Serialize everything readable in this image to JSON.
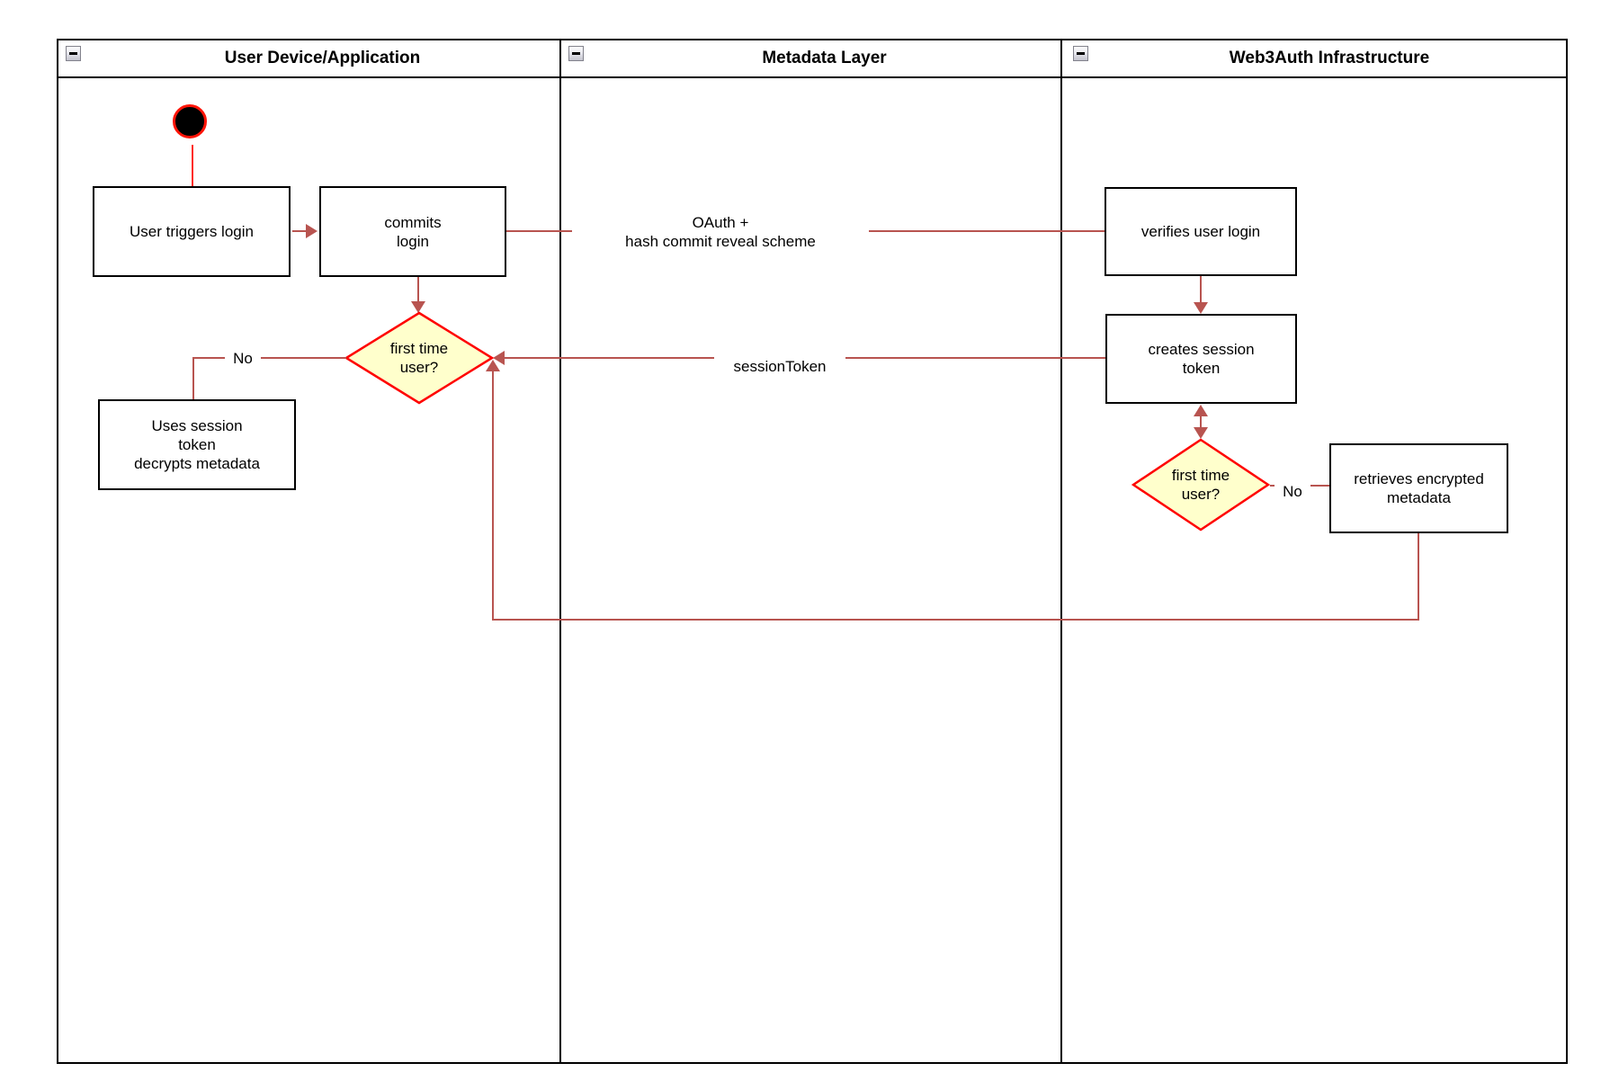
{
  "lanes": [
    {
      "title": "User Device/Application"
    },
    {
      "title": "Metadata Layer"
    },
    {
      "title": "Web3Auth Infrastructure"
    }
  ],
  "nodes": {
    "user_triggers_login": "User triggers login",
    "commits_login": "commits\nlogin",
    "first_time_user_device": "first time\nuser?",
    "uses_session_token": "Uses session\ntoken\ndecrypts metadata",
    "verifies_user_login": "verifies user login",
    "creates_session_token": "creates session\ntoken",
    "first_time_user_infra": "first time\nuser?",
    "retrieves_encrypted_metadata": "retrieves encrypted\nmetadata"
  },
  "edge_labels": {
    "oauth": "OAuth +\nhash commit reveal scheme",
    "session_token": "sessionToken",
    "no_device": "No",
    "no_infra": "No"
  },
  "colors": {
    "edge": "#b85450",
    "start_ring": "#ff1407",
    "decision_border": "#ff0000",
    "decision_fill": "#ffffcc",
    "node_border": "#000000",
    "lane_border": "#000000"
  }
}
